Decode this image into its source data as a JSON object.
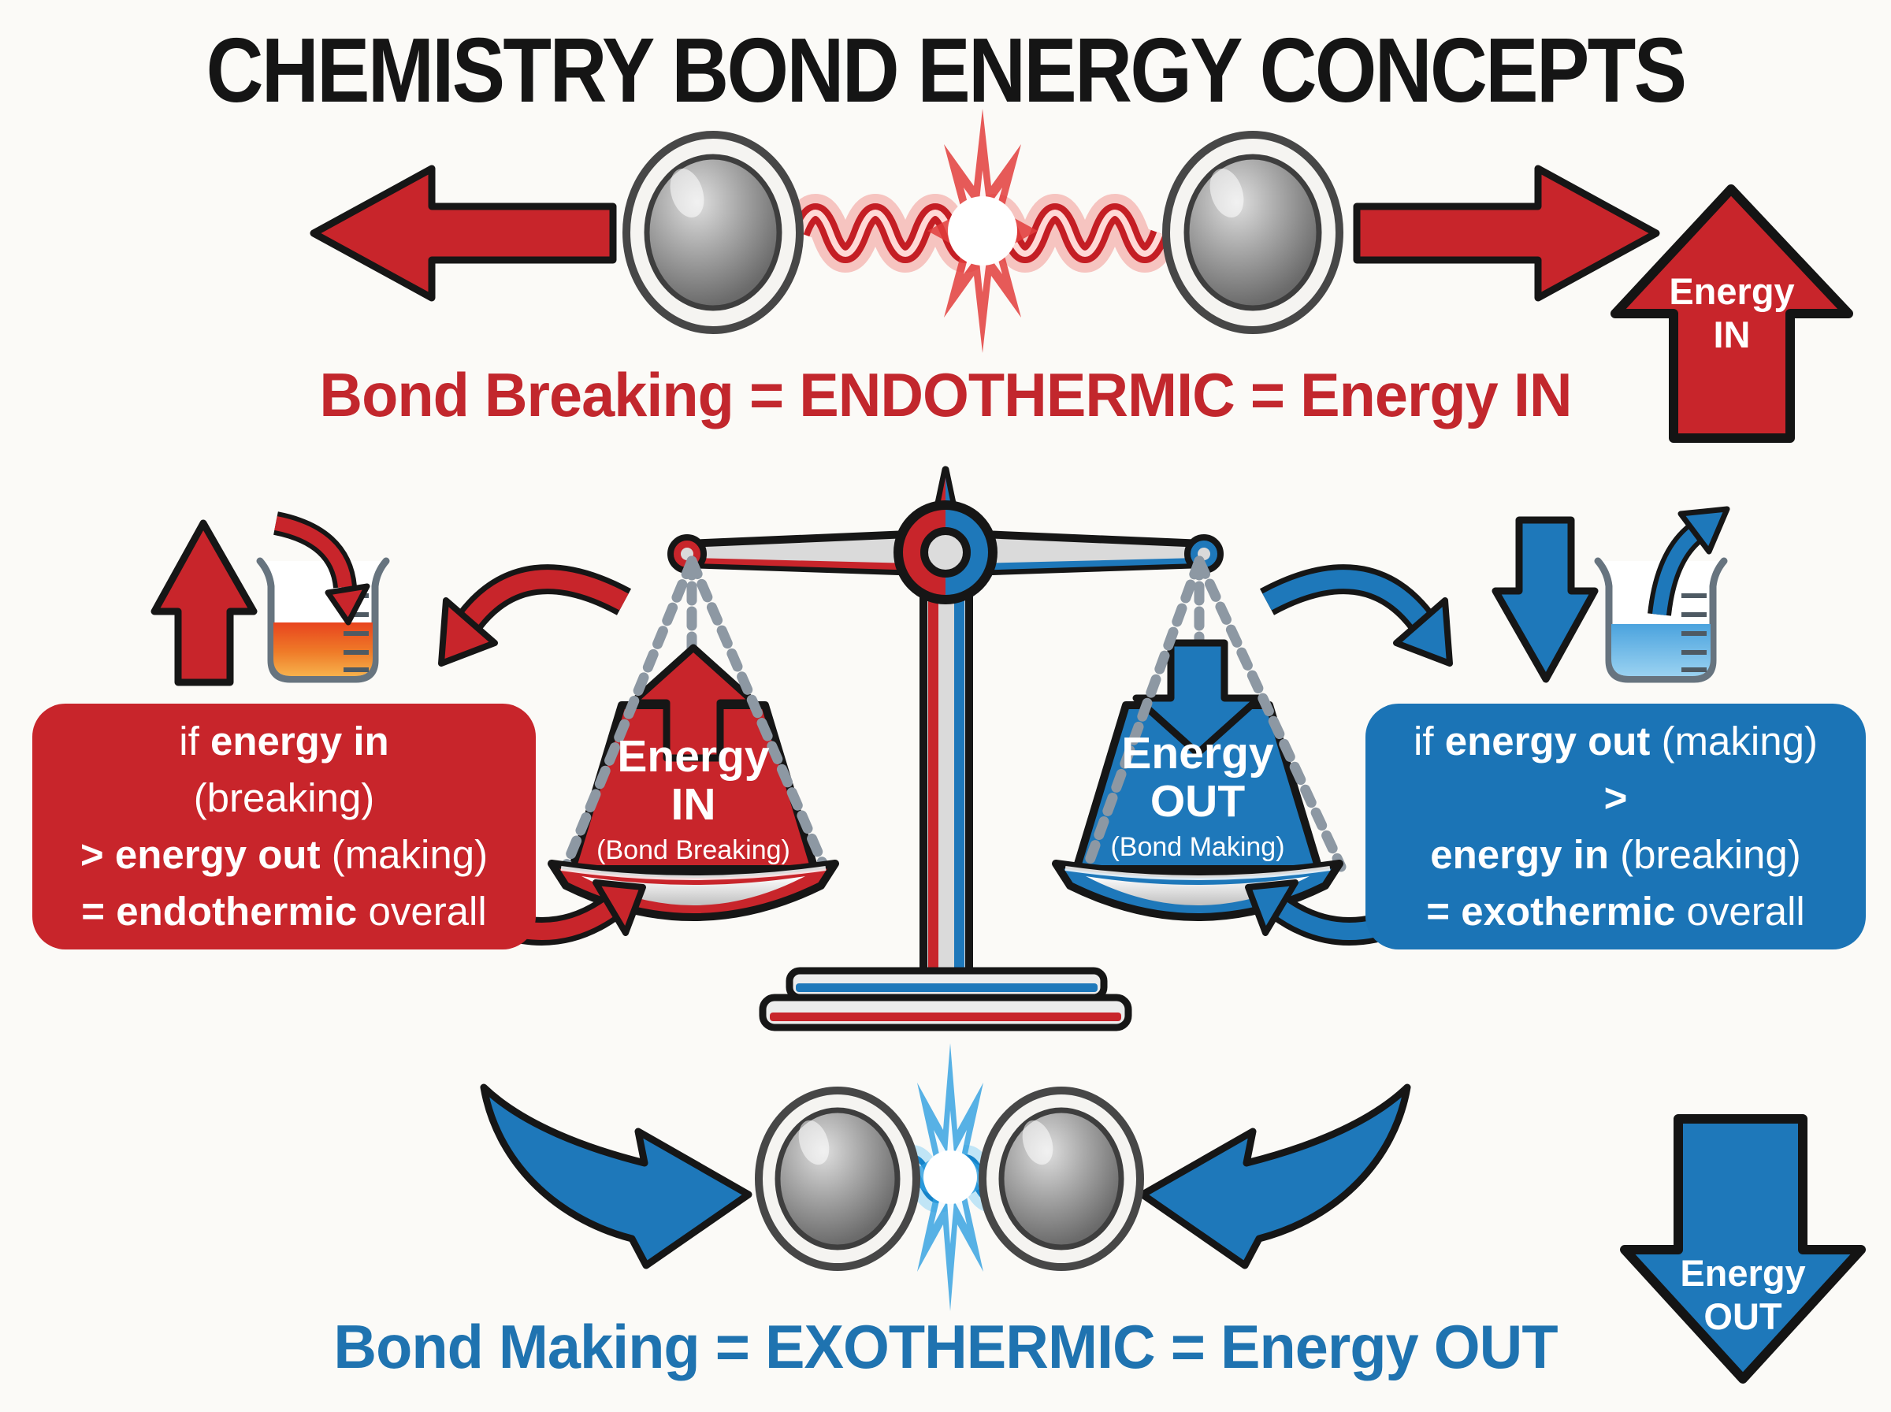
{
  "title": "CHEMISTRY BOND ENERGY CONCEPTS",
  "colors": {
    "red": "#c8252b",
    "blue": "#1e78ba",
    "caption_red": "#c2272d",
    "caption_blue": "#1f73b0"
  },
  "top_section": {
    "caption": "Bond Breaking = ENDOTHERMIC = Energy IN",
    "energy_in_arrow": {
      "line1": "Energy",
      "line2": "IN"
    }
  },
  "balance": {
    "left_weight": {
      "line1": "Energy",
      "line2": "IN",
      "sub": "(Bond Breaking)"
    },
    "right_weight": {
      "line1": "Energy",
      "line2": "OUT",
      "sub": "(Bond Making)"
    }
  },
  "left_box": {
    "line1": {
      "pre": "if ",
      "bold": "energy in"
    },
    "line2": {
      "text": "(breaking)"
    },
    "line3": {
      "bold": "> energy out",
      "post": " (making)"
    },
    "line4": {
      "bold": "= endothermic",
      "post": " overall"
    }
  },
  "right_box": {
    "line1": {
      "pre": "if ",
      "bold": "energy out",
      "post": " (making)"
    },
    "line2": {
      "bold": ">"
    },
    "line3": {
      "bold": "energy in",
      "post": " (breaking)"
    },
    "line4": {
      "bold": "= exothermic",
      "post": " overall"
    }
  },
  "bottom_section": {
    "caption": "Bond Making = EXOTHERMIC = Energy OUT",
    "energy_out_arrow": {
      "line1": "Energy",
      "line2": "OUT"
    }
  }
}
